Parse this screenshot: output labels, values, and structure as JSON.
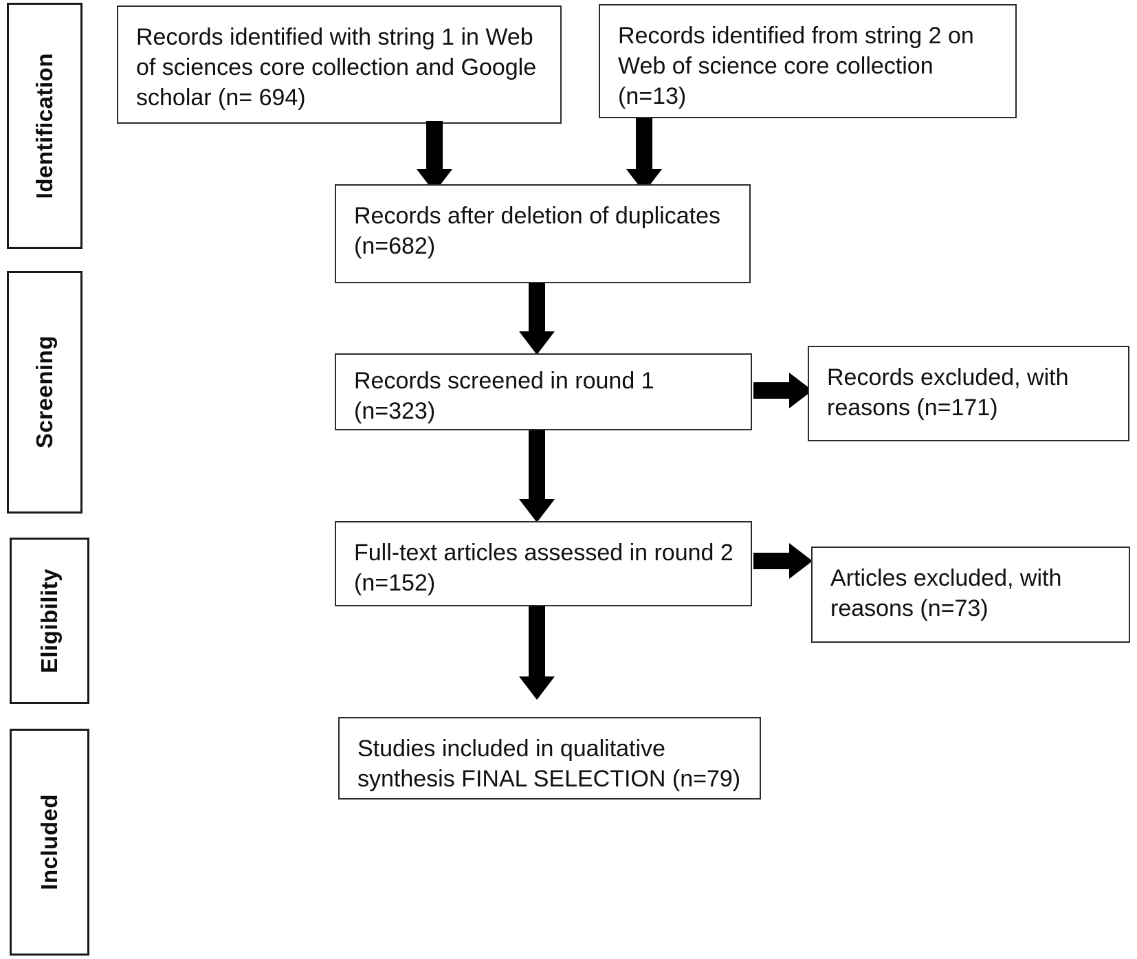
{
  "diagram": {
    "type": "prisma-flow-diagram",
    "stages": [
      {
        "id": "identification",
        "label": "Identification"
      },
      {
        "id": "screening",
        "label": "Screening"
      },
      {
        "id": "eligibility",
        "label": "Eligibility"
      },
      {
        "id": "included",
        "label": "Included"
      }
    ],
    "nodes": [
      {
        "id": "records-string-1",
        "text": "Records identified with string 1 in Web of sciences core collection and Google scholar (n= 694)",
        "count": 694
      },
      {
        "id": "records-string-2",
        "text": "Records identified from string 2 on Web of science core collection (n=13)",
        "count": 13
      },
      {
        "id": "records-after-duplicates",
        "text": "Records after deletion of duplicates (n=682)",
        "count": 682
      },
      {
        "id": "records-screened-round-1",
        "text": "Records screened in round 1 (n=323)",
        "count": 323
      },
      {
        "id": "records-excluded",
        "text": "Records excluded, with reasons (n=171)",
        "count": 171
      },
      {
        "id": "full-text-assessed-round-2",
        "text": "Full-text articles assessed in round 2 (n=152)",
        "count": 152
      },
      {
        "id": "articles-excluded",
        "text": "Articles excluded, with reasons (n=73)",
        "count": 73
      },
      {
        "id": "studies-included",
        "text": "Studies included in qualitative synthesis FINAL SELECTION (n=79)",
        "count": 79
      }
    ],
    "connectors": [
      {
        "id": "string1-to-duplicates",
        "direction": "down"
      },
      {
        "id": "string2-to-duplicates",
        "direction": "down"
      },
      {
        "id": "duplicates-to-screened",
        "direction": "down"
      },
      {
        "id": "screened-to-excluded",
        "direction": "right"
      },
      {
        "id": "screened-to-fulltext",
        "direction": "down"
      },
      {
        "id": "fulltext-to-articles-excluded",
        "direction": "right"
      },
      {
        "id": "fulltext-to-included",
        "direction": "down"
      }
    ],
    "colors": {
      "background": "#ffffff",
      "border": "#2b2b2b",
      "stage_border": "#1a1a1a",
      "text": "#111111",
      "arrow": "#000000"
    }
  }
}
